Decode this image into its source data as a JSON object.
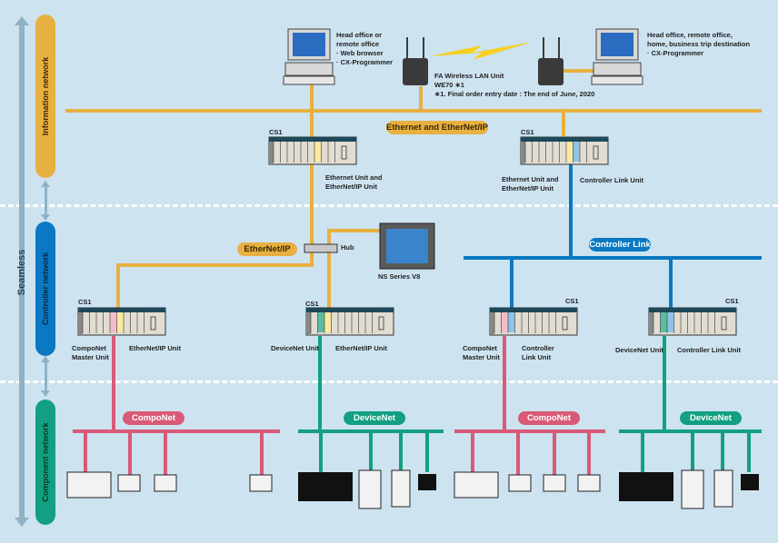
{
  "colors": {
    "background": "#cde3f0",
    "information": "#e8b040",
    "controller": "#0a78c2",
    "compo": "#d95a78",
    "device": "#12a080",
    "arrow": "#8fb2c6"
  },
  "side": {
    "seamless_label": "Seamless",
    "layers": [
      {
        "label": "Information network"
      },
      {
        "label": "Controller network"
      },
      {
        "label": "Component network"
      }
    ]
  },
  "top": {
    "pc_left_text": [
      "Head office or",
      "remote office",
      "· Web browser",
      "· CX-Programmer"
    ],
    "pc_right_text": [
      "Head office, remote office,",
      "home, business trip destination",
      "· CX-Programmer"
    ],
    "wireless_text": [
      "FA Wireless LAN Unit",
      "WE70 ∗1",
      "∗1. Final order entry date : The end of June, 2020"
    ]
  },
  "networks": {
    "ethernet": "Ethernet and EtherNet/IP",
    "ethernetip": "EtherNet/IP",
    "controller_link": "Controller Link",
    "compo_left": "CompoNet",
    "device_left": "DeviceNet",
    "compo_right": "CompoNet",
    "device_right": "DeviceNet"
  },
  "hub_label": "Hub",
  "ns_label": "NS Series V8",
  "plcs": [
    {
      "name": "CS1",
      "labels": [
        [
          "Ethernet Unit and",
          "EtherNet/IP Unit"
        ]
      ]
    },
    {
      "name": "CS1",
      "labels": [
        [
          "Ethernet Unit and",
          "EtherNet/IP Unit"
        ],
        [
          "Controller Link Unit"
        ]
      ]
    },
    {
      "name": "CS1",
      "labels": [
        [
          "CompoNet",
          "Master Unit"
        ],
        [
          "EtherNet/IP Unit"
        ]
      ]
    },
    {
      "name": "CS1",
      "labels": [
        [
          "DeviceNet Unit"
        ],
        [
          "EtherNet/IP Unit"
        ]
      ]
    },
    {
      "name": "CS1",
      "labels": [
        [
          "CompoNet",
          "Master Unit"
        ],
        [
          "Controller",
          "Link Unit"
        ]
      ]
    },
    {
      "name": "CS1",
      "labels": [
        [
          "DeviceNet Unit"
        ],
        [
          "Controller Link Unit"
        ]
      ]
    }
  ]
}
